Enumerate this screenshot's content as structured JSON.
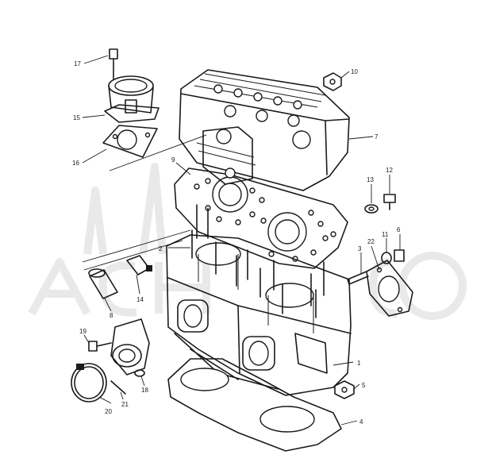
{
  "watermark": {
    "present": true,
    "color": "#e9e9e9"
  },
  "callouts": [
    {
      "num": "1"
    },
    {
      "num": "2"
    },
    {
      "num": "3"
    },
    {
      "num": "4"
    },
    {
      "num": "5"
    },
    {
      "num": "6"
    },
    {
      "num": "7"
    },
    {
      "num": "8"
    },
    {
      "num": "9"
    },
    {
      "num": "10"
    },
    {
      "num": "11"
    },
    {
      "num": "12"
    },
    {
      "num": "13"
    },
    {
      "num": "14"
    },
    {
      "num": "15"
    },
    {
      "num": "16"
    },
    {
      "num": "17"
    },
    {
      "num": "18"
    },
    {
      "num": "19"
    },
    {
      "num": "20"
    },
    {
      "num": "21"
    },
    {
      "num": "22"
    }
  ],
  "colors": {
    "line": "#1a1a1a",
    "background": "#ffffff"
  }
}
